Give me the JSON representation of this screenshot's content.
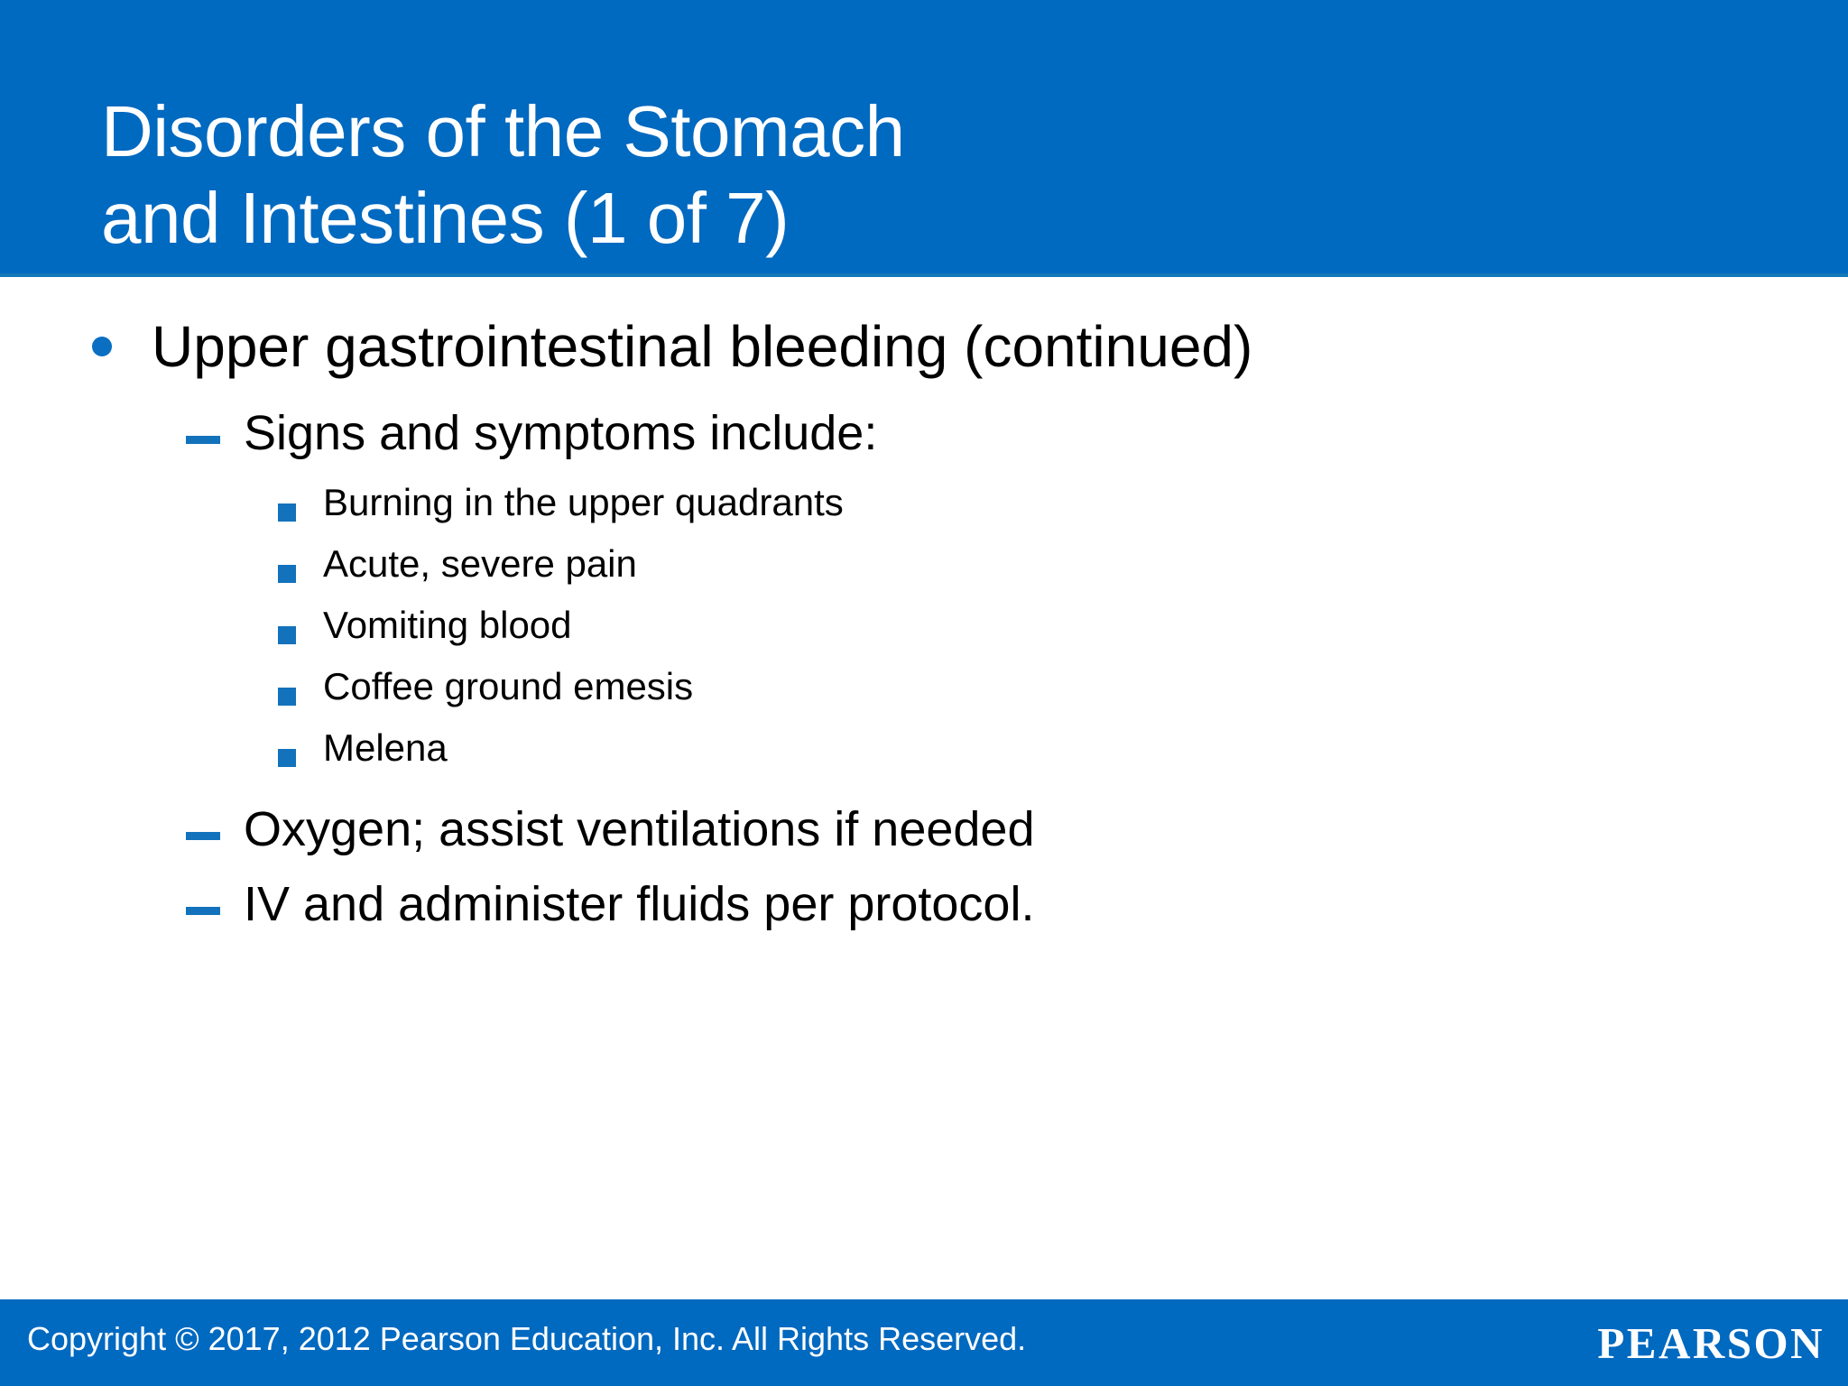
{
  "colors": {
    "banner_blue": "#0069c0",
    "bullet_blue": "#1272bc",
    "footer_blue": "#0069c0",
    "text_black": "#000000",
    "text_white": "#ffffff",
    "slide_background": "#ffffff"
  },
  "header": {
    "title": "Disorders of the Stomach\nand Intestines (1 of 7)",
    "title_line_1": "Disorders of the Stomach",
    "title_line_2": "and Intestines (1 of 7)",
    "slide_number_label": "1 of 7"
  },
  "content": {
    "level1": {
      "text": "Upper gastrointestinal bleeding (continued)",
      "marker": "round-bullet"
    },
    "level2_a": {
      "text": "Signs and symptoms include:",
      "marker": "dash-bullet"
    },
    "level3_items": [
      {
        "text": "Burning in the upper quadrants",
        "marker": "square-bullet"
      },
      {
        "text": "Acute, severe pain",
        "marker": "square-bullet"
      },
      {
        "text": "Vomiting blood",
        "marker": "square-bullet"
      },
      {
        "text": "Coffee ground emesis",
        "marker": "square-bullet"
      },
      {
        "text": "Melena",
        "marker": "square-bullet"
      }
    ],
    "level2_tail": [
      {
        "text": "Oxygen; assist ventilations if needed",
        "marker": "dash-bullet"
      },
      {
        "text": "IV and administer fluids per protocol.",
        "marker": "dash-bullet"
      }
    ]
  },
  "footer": {
    "copyright": "Copyright © 2017, 2012 Pearson Education, Inc. All Rights Reserved.",
    "brand": "PEARSON"
  }
}
